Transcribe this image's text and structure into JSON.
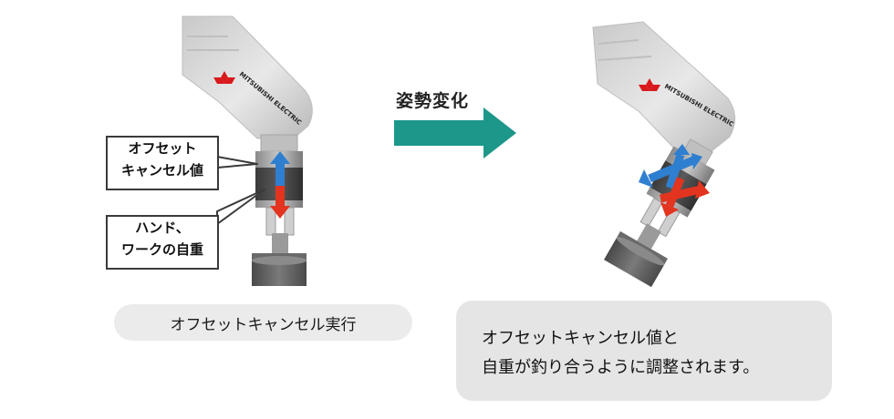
{
  "callouts": {
    "offset": {
      "line1": "オフセット",
      "line2": "キャンセル値"
    },
    "weight": {
      "line1": "ハンド、",
      "line2": "ワークの自重"
    }
  },
  "transition": {
    "label": "姿勢変化"
  },
  "before_caption": "オフセットキャンセル実行",
  "after_caption": {
    "line1": "オフセットキャンセル値と",
    "line2": "自重が釣り合うように調整されます。"
  },
  "logo_text": "MITSUBISHI ELECTRIC",
  "colors": {
    "offset_arrow": "#2f7fd0",
    "weight_arrow": "#e2341f",
    "transition_arrow": "#1d978a",
    "brand": "#d9191c",
    "robot_body": "#d6d6d6"
  }
}
